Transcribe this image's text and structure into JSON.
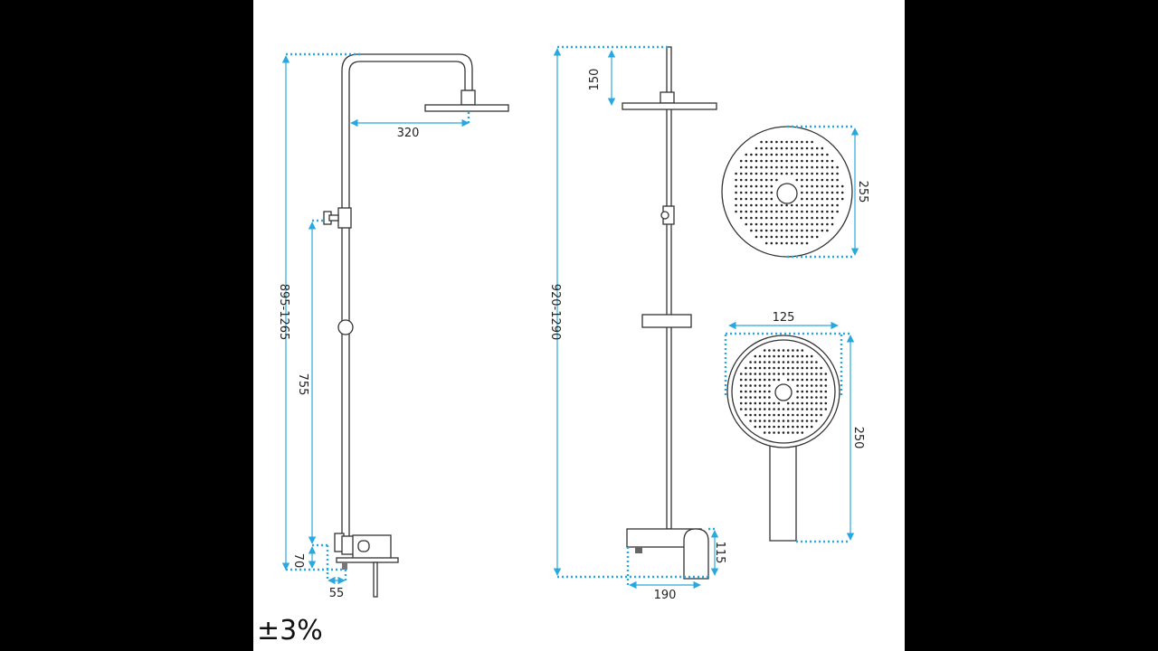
{
  "tolerance": "±3%",
  "accent_color": "#29a8e0",
  "side_view": {
    "total_height": "895-1265",
    "head_reach": "320",
    "diverter_height": "755",
    "mixer_height": "70",
    "wall_offset": "55"
  },
  "front_view": {
    "total_height": "920-1290",
    "head_drop": "150",
    "spout_length": "190",
    "mixer_height": "115"
  },
  "rain_head": {
    "diameter": "255"
  },
  "hand_shower": {
    "width": "125",
    "length": "250"
  }
}
